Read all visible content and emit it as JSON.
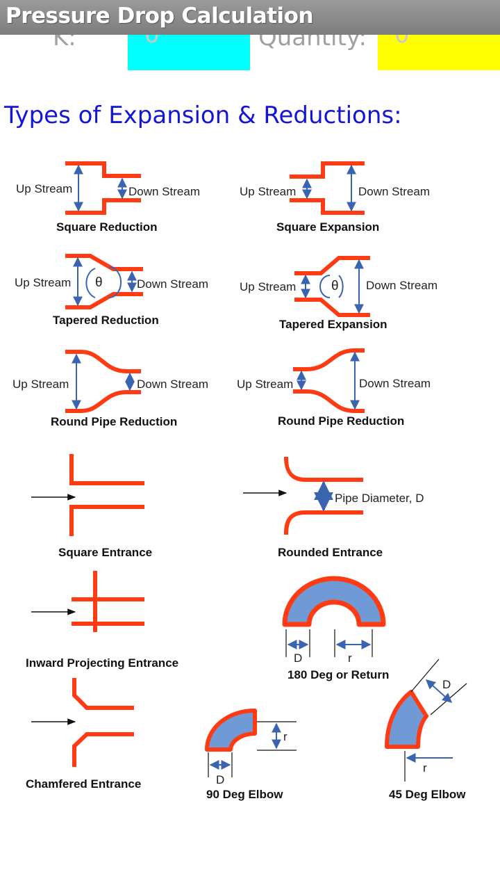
{
  "app": {
    "title": "Pressure Drop Calculation"
  },
  "inputs": {
    "k_label": "K:",
    "k_value": "0",
    "quantity_label": "Quantity:",
    "quantity_value": "0",
    "k_color": "#00ffff",
    "quantity_color": "#ffff00"
  },
  "section": {
    "heading": "Types of Expansion & Reductions:"
  },
  "labels": {
    "up_stream": "Up Stream",
    "down_stream": "Down Stream",
    "theta": "θ",
    "pipe_diameter": "Pipe Diameter, D",
    "d": "D",
    "r": "r"
  },
  "captions": {
    "square_reduction": "Square Reduction",
    "square_expansion": "Square Expansion",
    "tapered_reduction": "Tapered Reduction",
    "tapered_expansion": "Tapered Expansion",
    "round_pipe_reduction": "Round Pipe Reduction",
    "round_pipe_reduction_2": "Round Pipe Reduction",
    "square_entrance": "Square Entrance",
    "rounded_entrance": "Rounded Entrance",
    "inward_projecting_entrance": "Inward Projecting Entrance",
    "return_180": "180 Deg or Return",
    "chamfered_entrance": "Chamfered Entrance",
    "elbow_90": "90 Deg Elbow",
    "elbow_45": "45 Deg Elbow"
  },
  "colors": {
    "pipe_wall": "#ff3b14",
    "dimension_arrow": "#3a64b0",
    "bend_fill": "#6f9ad6",
    "heading": "#1515d8"
  }
}
